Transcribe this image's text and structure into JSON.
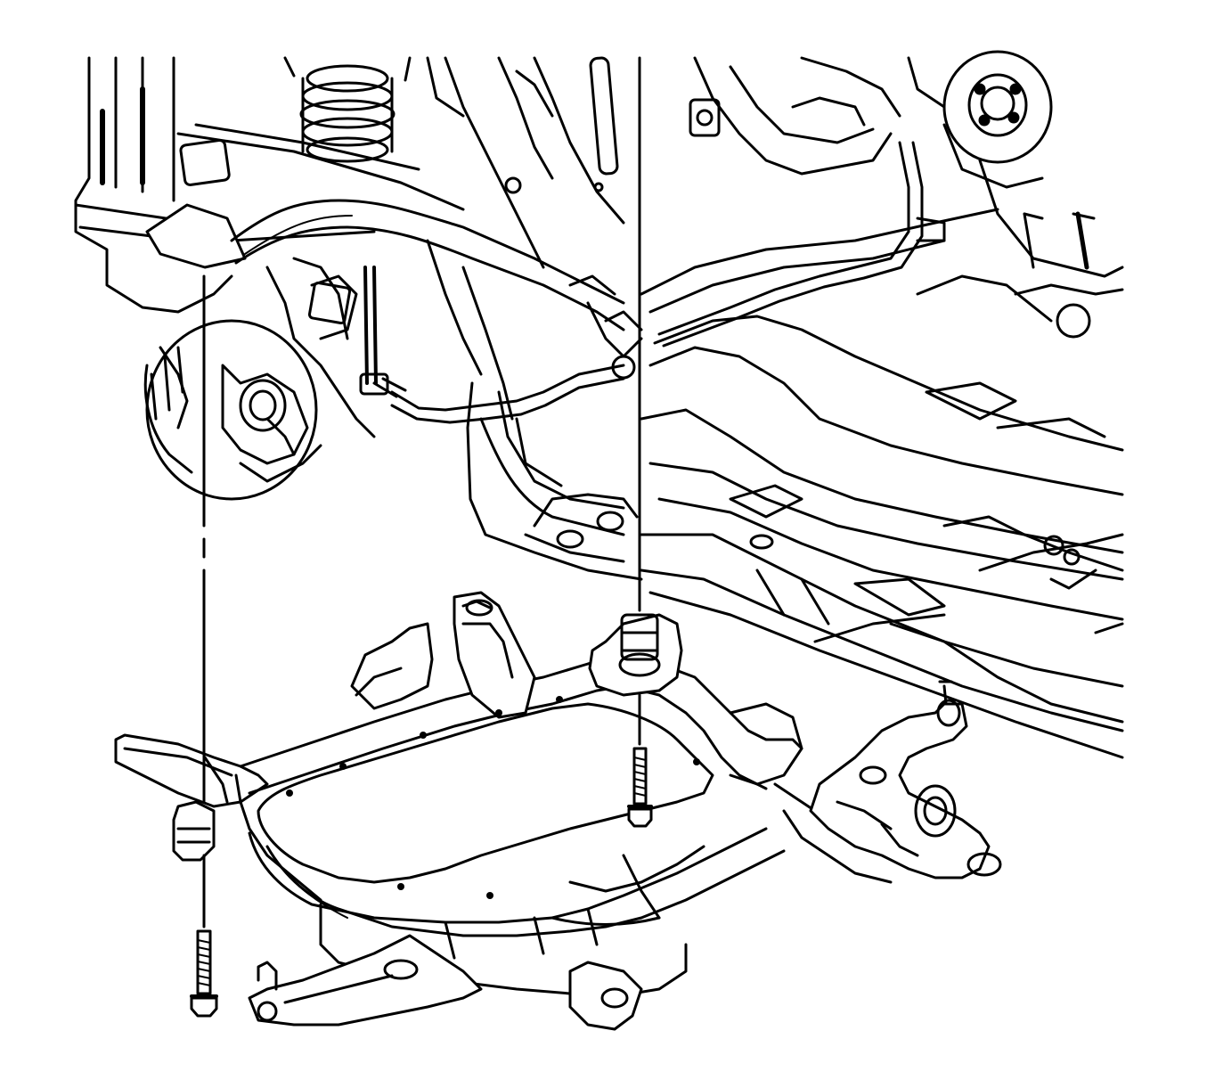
{
  "colors": {
    "ink": "#000000",
    "paper": "#ffffff",
    "shade": "#e6e6e6"
  },
  "illustration": {
    "parts": [
      "vehicle-underbody",
      "front-subframe",
      "lower-control-arm-left",
      "lower-control-arm-right",
      "subframe-mount-bushing",
      "subframe-bolt-left",
      "subframe-bolt-right",
      "steering-knuckle",
      "brake-rotor",
      "coil-spring",
      "stabilizer-link",
      "fuel-brake-lines"
    ]
  }
}
